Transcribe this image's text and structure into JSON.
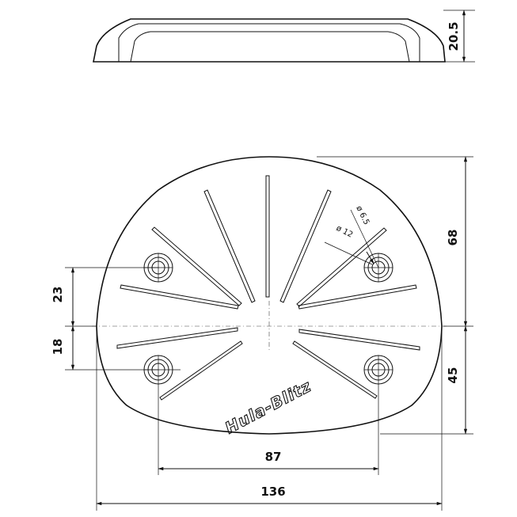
{
  "dimensions": {
    "side_height": "20.5",
    "half_height_top": "68",
    "hole_offset_upper": "23",
    "hole_offset_lower": "18",
    "half_height_bottom": "45",
    "hole_spacing": "87",
    "overall_width": "136",
    "hole_diameter_inner": "ø 6.5",
    "hole_diameter_outer": "ø 12"
  },
  "logo_text": "Hula-Blitz"
}
